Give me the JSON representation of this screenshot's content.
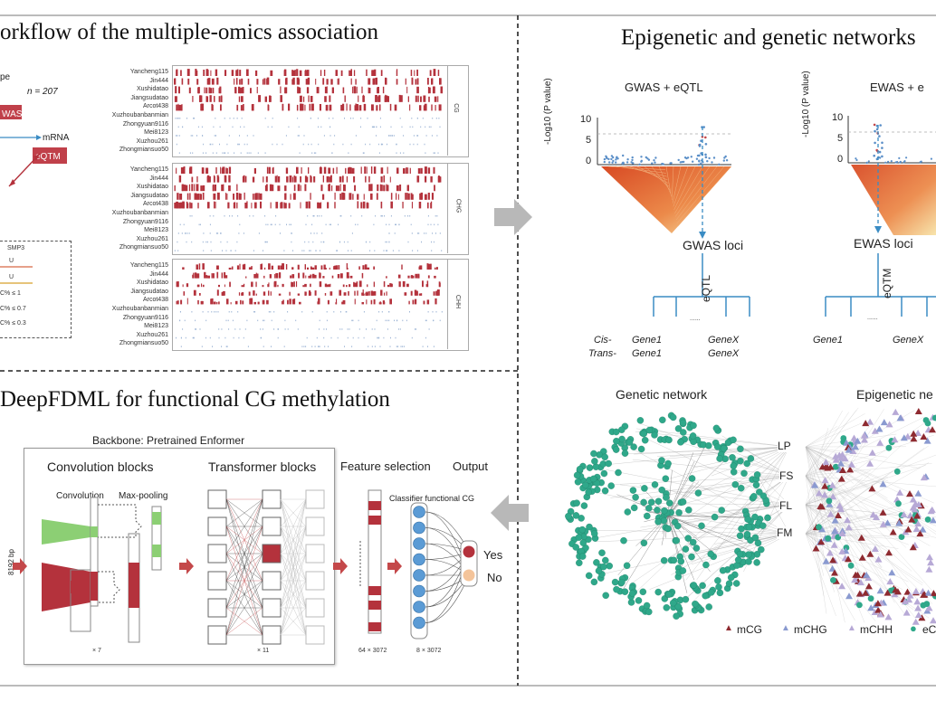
{
  "panels": {
    "a": {
      "title": "orkflow of the multiple-omics association",
      "type_label": "pe",
      "n_label": "n = 207",
      "gwas_badge": "WAS",
      "mrna_label": "mRNA",
      "eqtm_badge": "eQTM",
      "smp_label": "SMP3",
      "u_label_1": "U",
      "u_label_2": "U",
      "thresholds": [
        "C% ≤ 1",
        "C% ≤ 0.7",
        "C% ≤ 0.3"
      ],
      "track_groups": [
        {
          "context": "CG",
          "samples": [
            "Yancheng115",
            "Jin444",
            "Xushidatao",
            "Jiangsudatao",
            "Arcot438",
            "Xuzhoubanbanmian",
            "Zhongyuan9116",
            "Mei8123",
            "Xuzhou261",
            "Zhongmiansuo50"
          ]
        },
        {
          "context": "CHG",
          "samples": [
            "Yancheng115",
            "Jin444",
            "Xushidatao",
            "Jiangsudatao",
            "Arcot438",
            "Xuzhoubanbanmian",
            "Zhongyuan9116",
            "Mei8123",
            "Xuzhou261",
            "Zhongmiansuo50"
          ]
        },
        {
          "context": "CHH",
          "samples": [
            "Yancheng115",
            "Jin444",
            "Xushidatao",
            "Jiangsudatao",
            "Arcot438",
            "Xuzhoubanbanmian",
            "Zhongyuan9116",
            "Mei8123",
            "Xuzhou261",
            "Zhongmiansuo50"
          ]
        }
      ]
    },
    "b": {
      "title": "Epigenetic and genetic networks",
      "gwas_title": "GWAS + eQTL",
      "ewas_title": "EWAS + e",
      "ylabel": "-Log10 (P value)",
      "yticks": [
        "10",
        "5",
        "0"
      ],
      "gwas_loci": "GWAS loci",
      "ewas_loci": "EWAS loci",
      "eqtl_label": "eQTL",
      "eqtm_label": "eQTM",
      "cis_label": "Cis-",
      "trans_label": "Trans-",
      "gene1_top": "Gene1",
      "gene1_bottom": "Gene1",
      "genex_top": "GeneX",
      "genex_bottom": "GeneX",
      "ewas_gene1": "Gene1",
      "ewas_genex": "GeneX",
      "dots": "......"
    },
    "c": {
      "title": "DeepFDML for functional CG methylation",
      "backbone": "Backbone: Pretrained Enformer",
      "conv_blocks": "Convolution blocks",
      "transformer_blocks": "Transformer blocks",
      "feature_selection": "Feature selection",
      "output": "Output",
      "convolution": "Convolution",
      "max_pooling": "Max-pooling",
      "classifier": "Classifier functional CG",
      "yes": "Yes",
      "no": "No",
      "times7": "× 7",
      "times11": "× 11",
      "dim1": "64 × 3072",
      "dim2": "8 × 3072",
      "input_len": "8192 bp"
    },
    "d": {
      "genetic_title": "Genetic network",
      "epigenetic_title": "Epigenetic ne",
      "traits": [
        "LP",
        "FS",
        "FL",
        "FM"
      ],
      "legend": [
        {
          "label": "mCG",
          "color": "#8e2a30",
          "shape": "triangle"
        },
        {
          "label": "mCHG",
          "color": "#8a9ad0",
          "shape": "triangle"
        },
        {
          "label": "mCHH",
          "color": "#b7a9d6",
          "shape": "triangle"
        },
        {
          "label": "eC",
          "color": "#2fa88a",
          "shape": "circle"
        }
      ]
    }
  },
  "colors": {
    "meth_red": "#b4323c",
    "ld_orange": "#e0642c",
    "tree_blue": "#3a8cc4",
    "node_green": "#2fa88a",
    "green_block": "#8ccf74",
    "arrow_red": "#c4484a",
    "arrow_grey": "#b0b0b0",
    "classifier_blue": "#5b9bd5"
  }
}
